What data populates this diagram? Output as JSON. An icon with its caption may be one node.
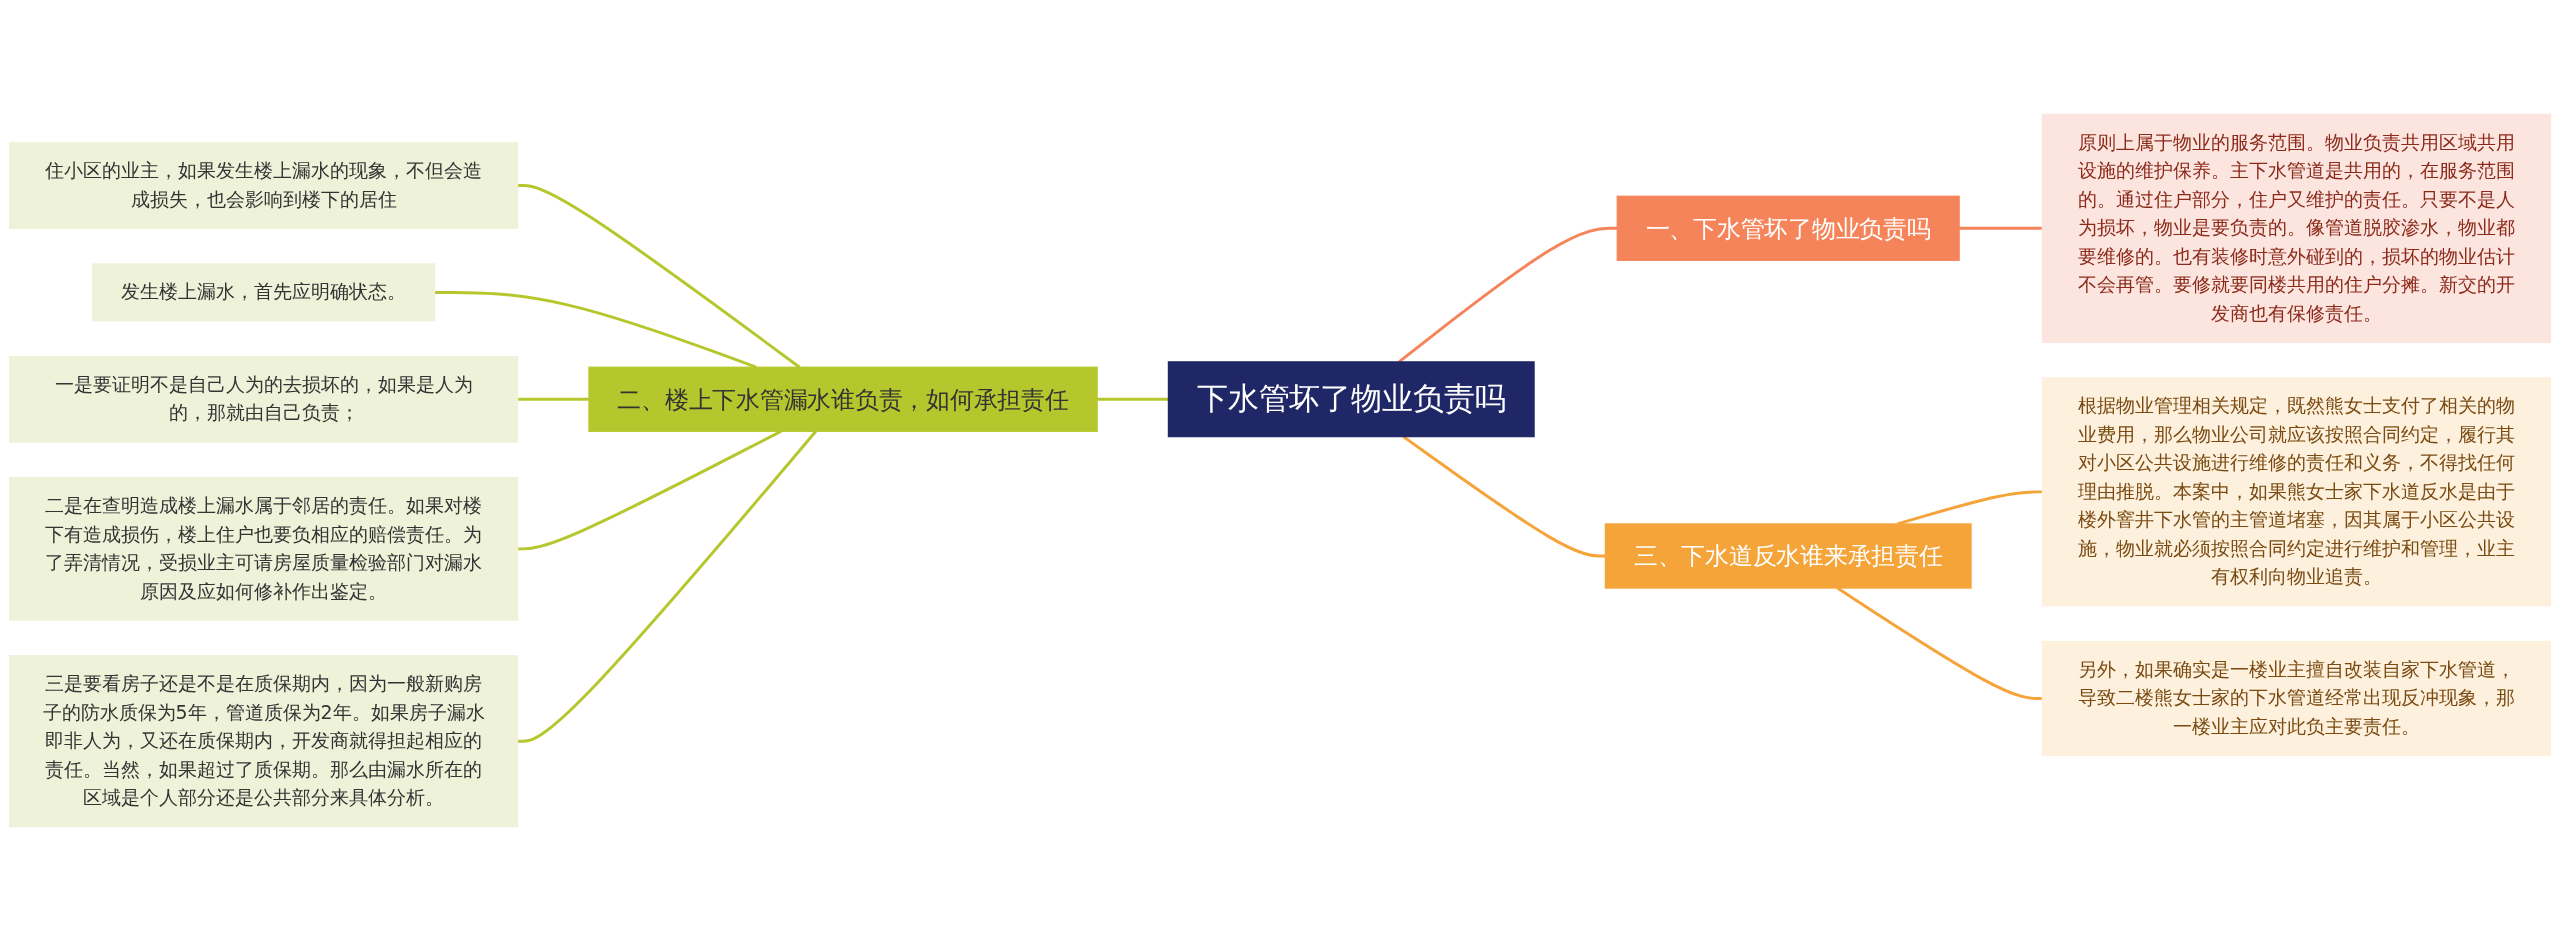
{
  "diagram": {
    "nodes": [
      {
        "text": [
          "下水管坏了物业负责吗"
        ]
      },
      {
        "text": [
          "二、楼上下水管漏水谁负责，如何承担责任"
        ]
      },
      {
        "text": [
          "住小区的业主，如果发生楼上漏水的现象，不但会造成损失，也会影响到楼下的居住"
        ]
      },
      {
        "text": [
          "发生楼上漏水，首先应明确状态。"
        ]
      },
      {
        "text": [
          "一是要证明不是自己人为的去损坏的，如果是人为的，那就由自己负责；"
        ]
      },
      {
        "text": [
          "二是在查明造成楼上漏水属于邻居的责任。如果对楼下有造成损伤，楼上住户也要负相应的赔偿责任。为了弄清情况，受损业主可请房屋质量检验部门对漏水原因及应如何修补作出鉴定。"
        ]
      },
      {
        "text": [
          "三是要看房子还是不是在质保期内，因为一般新购房子的防水质保为5年，管道质保为2年。如果房子漏水即非人为，又还在质保期内，开发商就得担起相应的责任。当然，如果超过了质保期。那么由漏水所在的区域是个人部分还是公共部分来具体分析。"
        ]
      },
      {
        "text": [
          "一、下水管坏了物业负责吗"
        ]
      },
      {
        "text": [
          "原则上属于物业的服务范围。物业负责共用区域共用设施的维护保养。主下水管道是共用的，在服务范围的。通过住户部分，住户又维护的责任。只要不是人为损坏，物业是要负责的。像管道脱胶渗水，物业都要维修的。也有装修时意外碰到的，损坏的物业估计不会再管。要修就要同楼共用的住户分摊。新交的开发商也有保修责任。"
        ]
      },
      {
        "text": [
          "三、下水道反水谁来承担责任"
        ]
      },
      {
        "text": [
          "根据物业管理相关规定，既然熊女士支付了相关的物业费用，那么物业公司就应该按照合同约定，履行其对小区公共设施进行维修的责任和义务，不得找任何理由推脱。本案中，如果熊女士家下水道反水是由于楼外窨井下水管的主管道堵塞，因其属于小区公共设施，物业就必须按照合同约定进行维护和管理，业主有权利向物业追责。"
        ]
      },
      {
        "text": [
          "另外，如果确实是一楼业主擅自改装自家下水管道，导致二楼熊女士家的下水管道经常出现反冲现象，那一楼业主应对此负主要责任。"
        ]
      }
    ],
    "edges": [
      {
        "from": 0,
        "to": 1,
        "arrow": "none",
        "color": "#b5c72c"
      },
      {
        "from": 1,
        "to": 2,
        "arrow": "none",
        "color": "#b5c72c"
      },
      {
        "from": 1,
        "to": 3,
        "arrow": "none",
        "color": "#b5c72c"
      },
      {
        "from": 1,
        "to": 4,
        "arrow": "none",
        "color": "#b5c72c"
      },
      {
        "from": 1,
        "to": 5,
        "arrow": "none",
        "color": "#b5c72c"
      },
      {
        "from": 1,
        "to": 6,
        "arrow": "none",
        "color": "#b5c72c"
      },
      {
        "from": 0,
        "to": 7,
        "arrow": "none",
        "color": "#f5845a"
      },
      {
        "from": 7,
        "to": 8,
        "arrow": "none",
        "color": "#f5845a"
      },
      {
        "from": 0,
        "to": 9,
        "arrow": "none",
        "color": "#f5a43a"
      },
      {
        "from": 9,
        "to": 10,
        "arrow": "none",
        "color": "#f5a43a"
      },
      {
        "from": 9,
        "to": 11,
        "arrow": "none",
        "color": "#f5a43a"
      }
    ]
  }
}
